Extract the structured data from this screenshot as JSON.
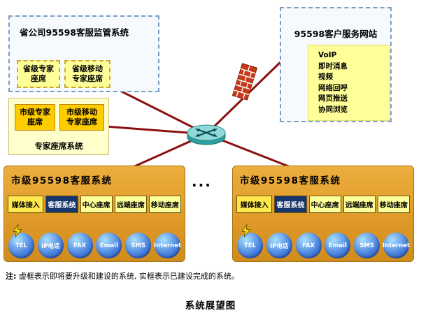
{
  "provincial_system": {
    "title": "省公司95598客服监管系统",
    "seats": [
      {
        "label": "省级专家\n座席"
      },
      {
        "label": "省级移动\n专家座席"
      }
    ]
  },
  "expert_system": {
    "label": "专家座席系统",
    "seats": [
      {
        "label": "市级专家\n座席"
      },
      {
        "label": "市级移动\n专家座席"
      }
    ]
  },
  "website": {
    "title": "95598客户服务网站",
    "features": [
      "VoIP",
      "即时消息",
      "视频",
      "网络回呼",
      "网页推送",
      "协同浏览"
    ]
  },
  "network": {
    "router_icon": "router-icon",
    "firewall_icon": "firewall-icon",
    "connections": [
      "provincial-system",
      "expert-system",
      "website",
      "city-system-1",
      "city-system-2"
    ]
  },
  "city_systems": [
    {
      "title": "市级95598客服系统",
      "modules": [
        "媒体接入",
        "客服系统",
        "中心座席",
        "远端座席",
        "移动座席"
      ],
      "channels": [
        "TEL",
        "IP电话",
        "FAX",
        "Email",
        "SMS",
        "Internet"
      ]
    },
    {
      "title": "市级95598客服系统",
      "modules": [
        "媒体接入",
        "客服系统",
        "中心座席",
        "远端座席",
        "移动座席"
      ],
      "channels": [
        "TEL",
        "IP电话",
        "FAX",
        "Email",
        "SMS",
        "Internet"
      ]
    }
  ],
  "ellipsis": "...",
  "note": {
    "prefix": "注:",
    "text": " 虚框表示即将要升级和建设的系统, 实框表示已建设完成的系统。"
  },
  "caption": "系统展望图",
  "colors": {
    "connection_line": "#8B1010",
    "dashed_border": "#7A9CC6",
    "city_box": "#DF9A28",
    "navy_module": "#16356B",
    "yellow_box": "#FFFF99",
    "orange_seat": "#FFCC00",
    "expert_bg": "#FFFFCC"
  }
}
